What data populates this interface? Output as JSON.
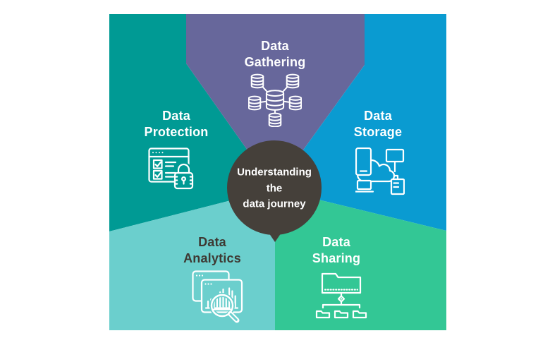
{
  "diagram": {
    "title": "Understanding the data journey",
    "center": {
      "line1": "Understanding",
      "line2": "the",
      "line3": "data journey"
    },
    "segments": [
      {
        "name": "Data Gathering",
        "line1": "Data",
        "line2": "Gathering"
      },
      {
        "name": "Data Storage",
        "line1": "Data",
        "line2": "Storage"
      },
      {
        "name": "Data Sharing",
        "line1": "Data",
        "line2": "Sharing"
      },
      {
        "name": "Data Analytics",
        "line1": "Data",
        "line2": "Analytics"
      },
      {
        "name": "Data Protection",
        "line1": "Data",
        "line2": "Protection"
      }
    ]
  },
  "icons": {
    "gathering": "database-network-icon",
    "storage": "cloud-devices-icon",
    "sharing": "folder-tree-icon",
    "analytics": "chart-magnifier-icon",
    "protection": "checklist-lock-icon"
  },
  "colors": {
    "gathering": "#67679B",
    "storage": "#0A9BD1",
    "sharing": "#33C795",
    "analytics": "#6BCFCD",
    "protection": "#009A94",
    "center_circle": "#45403A",
    "icon_stroke": "#FFFFFF",
    "label_light": "#FFFFFF",
    "label_dark": "#3E3933",
    "background": "#FFFFFF"
  }
}
